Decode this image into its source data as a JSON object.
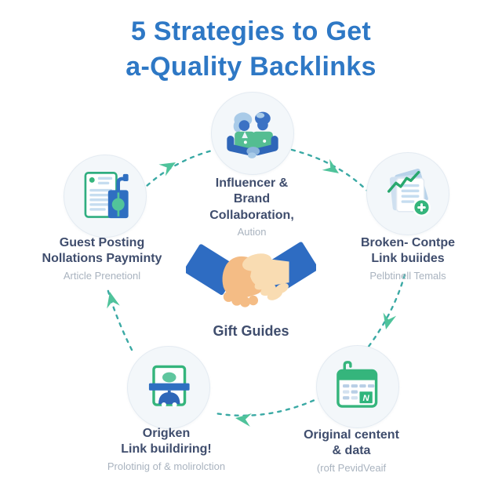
{
  "title": {
    "line1": "5 Strategies to Get",
    "line2": "a-Quality Backlinks"
  },
  "center": {
    "label": "Gift Guides",
    "icon": "handshake-icon"
  },
  "nodes": [
    {
      "id": "influencer-brand-collaboration",
      "position": "top",
      "icon": "people-collaboration-icon",
      "lines": [
        "Influencer &",
        "Brand",
        "Collaboration,"
      ],
      "subtitle": "Aution"
    },
    {
      "id": "guest-posting",
      "position": "left",
      "icon": "document-pump-icon",
      "lines": [
        "Guest Posting",
        "Nollations Payminty"
      ],
      "subtitle": "Article Prenetionl"
    },
    {
      "id": "broken-link-building",
      "position": "right",
      "icon": "content-chart-plus-icon",
      "lines": [
        "Broken- Contpe",
        "Link buiides"
      ],
      "subtitle": "Pelbtinell Temals"
    },
    {
      "id": "original-content-data",
      "position": "bottom-right",
      "icon": "calendar-icon",
      "badge": "N",
      "lines": [
        "Original centent",
        "& data"
      ],
      "subtitle": "(roft PevidVeaif"
    },
    {
      "id": "origken-link-building",
      "position": "bottom-left",
      "icon": "scale-figure-icon",
      "lines": [
        "Origken",
        "Link buildiring!"
      ],
      "subtitle": "Prolotinig of & molirolction"
    }
  ],
  "arrows": {
    "style": "dashed",
    "direction": "clockwise"
  },
  "colors": {
    "title_blue": "#2e78c5",
    "label_navy": "#3f4d6d",
    "subtitle_gray": "#a9b3bf",
    "arrow_teal": "#3aa9a4",
    "arrowhead_green": "#4fc39b",
    "icon_green": "#35b57c",
    "icon_blue": "#2f6fc1",
    "icon_light_blue": "#b9d3ea",
    "hand_dark": "#f4bc85",
    "hand_light": "#f9dcb2",
    "circle_bg": "#f3f7fa"
  }
}
